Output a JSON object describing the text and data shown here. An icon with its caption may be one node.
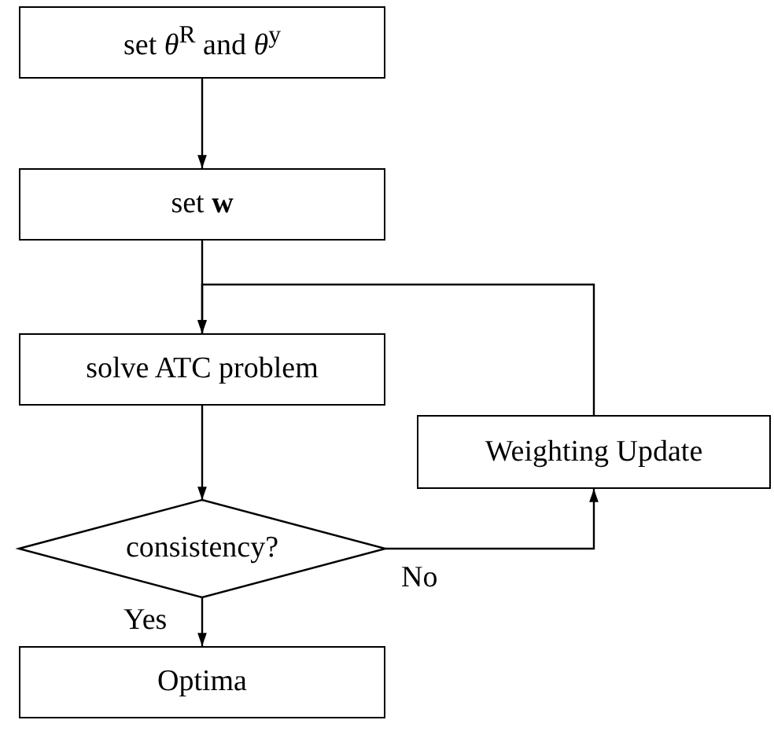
{
  "diagram": {
    "nodes": [
      {
        "text": [
          "set *θ*$^{R}$ and *θ*$^{y}$"
        ]
      },
      {
        "text": [
          "set **w**"
        ]
      },
      {
        "text": [
          "solve ATC problem"
        ]
      },
      {
        "text": [
          "consistency?"
        ]
      },
      {
        "text": [
          "Weighting Update"
        ]
      },
      {
        "text": [
          "Optima"
        ]
      }
    ],
    "edges": [
      {
        "from": 0,
        "to": 1,
        "arrow": "to"
      },
      {
        "from": 1,
        "to": 2,
        "arrow": "to"
      },
      {
        "from": 2,
        "to": 3,
        "arrow": "to"
      },
      {
        "from": 3,
        "to": 4,
        "arrow": "to",
        "label": "No"
      },
      {
        "from": 4,
        "to": 2,
        "arrow": "to"
      },
      {
        "from": 3,
        "to": 5,
        "arrow": "to",
        "label": "Yes"
      }
    ]
  }
}
